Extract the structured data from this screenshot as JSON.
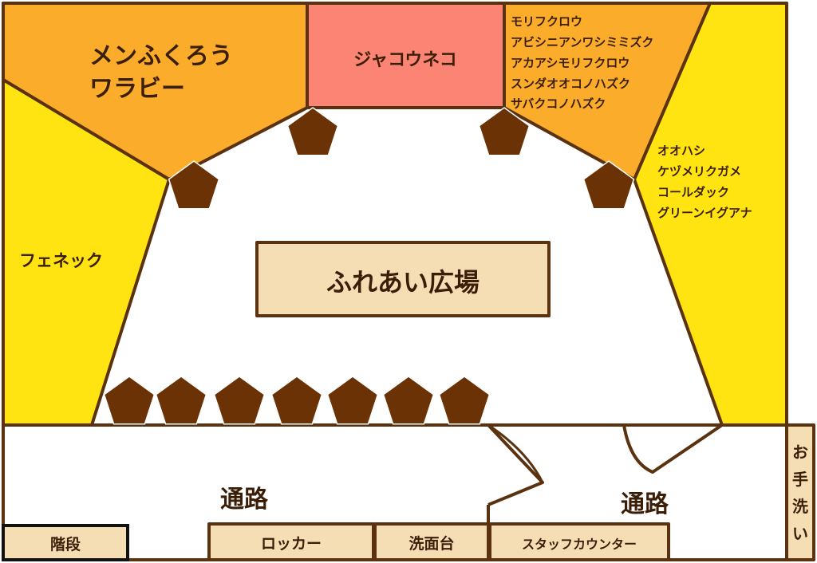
{
  "colors": {
    "outline": "#5a3210",
    "orange": "#fbac2a",
    "yellow": "#ffe412",
    "pink": "#fc8474",
    "beige": "#f6deb4",
    "seat": "#6b3205",
    "text": "#3b1e08",
    "white": "#ffffff"
  },
  "areas": {
    "top_left": {
      "lines": [
        "メンふくろう",
        "ワラビー"
      ]
    },
    "center_top": {
      "label": "ジャコウネコ"
    },
    "top_right": {
      "lines": [
        "モリフクロウ",
        "アビシニアンワシミミズク",
        "アカアシモリフクロウ",
        "スンダオオコノハズク",
        "サバクコノハズク"
      ]
    },
    "left": {
      "label": "フェネック"
    },
    "right": {
      "lines": [
        "オオハシ",
        "ケヅメリクガメ",
        "コールダック",
        "グリーンイグアナ"
      ]
    },
    "plaza": {
      "label": "ふれあい広場"
    },
    "corridor_left": {
      "label": "通路"
    },
    "corridor_right": {
      "label": "通路"
    },
    "stairs": {
      "label": "階段"
    },
    "lockers": {
      "label": "ロッカー"
    },
    "washbasin": {
      "label": "洗面台"
    },
    "staff_counter": {
      "label": "スタッフカウンター"
    },
    "restroom": {
      "lines": [
        "お",
        "手",
        "洗",
        "い"
      ]
    }
  },
  "seats": {
    "count": 11
  }
}
